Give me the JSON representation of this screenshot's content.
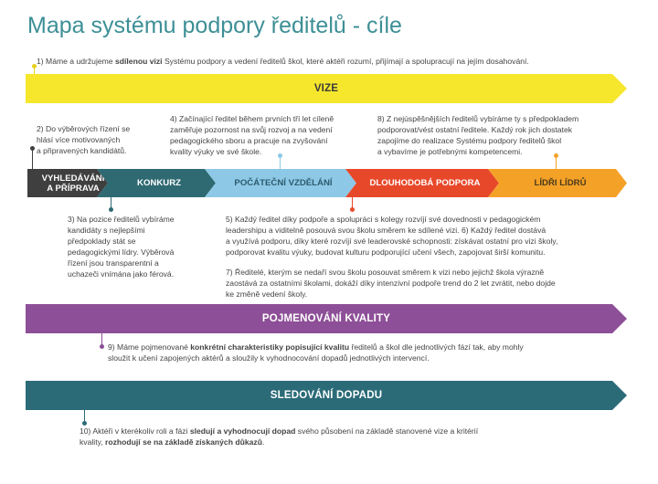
{
  "title": "Mapa systému podpory ředitelů - cíle",
  "note1": {
    "pre": "1) Máme a udržujeme ",
    "bold": "sdílenou vizi",
    "post": " Systému podpory a vedení ředitelů škol, které aktéři rozumí, přijímají a spolupracují na jejím dosahování."
  },
  "bands": {
    "vize": "VIZE",
    "kvalita": "POJMENOVÁNÍ KVALITY",
    "sledovani": "SLEDOVÁNÍ DOPADU"
  },
  "stages": [
    {
      "line1": "VYHLEDÁVÁNÍ",
      "line2": "A PŘÍPRAVA"
    },
    {
      "line1": "KONKURZ",
      "line2": ""
    },
    {
      "line1": "POČÁTEČNÍ VZDĚLÁNÍ",
      "line2": ""
    },
    {
      "line1": "DLOUHODOBÁ PODPORA",
      "line2": ""
    },
    {
      "line1": "LÍDŘI LÍDRŮ",
      "line2": ""
    }
  ],
  "notes": {
    "n2": [
      "2) Do výběrových řízení se",
      "hlásí více motivovaných",
      "a připravených kandidátů."
    ],
    "n4": [
      "4) Začínající ředitel během prvních tří let cíleně",
      "zaměřuje pozornost na svůj rozvoj a na vedení",
      "pedagogického sboru a pracuje na zvyšování",
      "kvality výuky ve své škole."
    ],
    "n8": [
      "8) Z nejúspěšnějších ředitelů vybíráme ty s předpokladem",
      "podporovat/vést ostatní ředitele. Každý rok jich dostatek",
      "zapojíme do realizace Systému podpory ředitelů škol",
      "a vybavíme je potřebnými kompetencemi."
    ],
    "n3": [
      "3) Na pozice ředitelů vybíráme",
      "kandidáty s nejlepšími",
      "předpoklady stát se",
      "pedagogickými lídry. Výběrová",
      "řízení jsou transparentní a",
      "uchazeči vnímána jako férová."
    ],
    "n56": [
      "5) Každý ředitel díky podpoře a spolupráci s kolegy rozvíjí své dovednosti v pedagogickém",
      "leadershipu a viditelně posouvá svou školu směrem ke sdílené vizi. 6) Každý ředitel dostává",
      "a využívá podporu, díky které rozvíjí své leaderovské schopnosti: získávat ostatní pro vizi školy,",
      "podporovat kvalitu výuky, budovat kulturu podporující učení všech, zapojovat širší komunitu."
    ],
    "n7": [
      "7) Ředitelé, kterým se nedaří svou školu posouvat směrem k vizi nebo jejichž škola výrazně",
      "zaostává za ostatními školami, dokáží díky intenzivní podpoře trend do 2 let zvrátit, nebo dojde",
      "ke změně vedení školy."
    ]
  },
  "note9": {
    "pre": "9) Máme pojmenované ",
    "bold": "konkrétní charakteristiky popisující kvalitu",
    "post": " ředitelů a škol dle jednotlivých fází tak, aby mohly",
    "line2": "sloužit k učení zapojených aktérů a sloužily k vyhodnocování dopadů jednotlivých intervencí."
  },
  "note10": {
    "pre": "10) Aktéři v kterékoliv roli a fázi ",
    "bold1": "sledují a vyhodnocují dopad",
    "mid": " svého působení na základě stanovené vize a kritérií",
    "line2_pre": "kvality, ",
    "bold2": "rozhodují se na základě získaných důkazů",
    "line2_post": "."
  },
  "colors": {
    "title": "#3d8f96",
    "vize": "#f6e72d",
    "kvalita": "#8d4f97",
    "sledovani": "#2b6b78",
    "stage1": "#3f3f3f",
    "stage2": "#2f6a73",
    "stage3": "#8dc9e6",
    "stage4": "#e8482a",
    "stage5": "#f4a128"
  }
}
